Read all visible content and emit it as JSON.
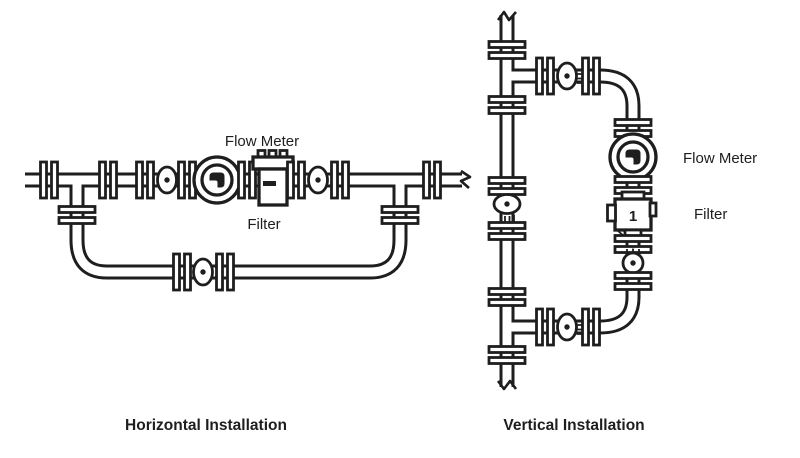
{
  "canvas": {
    "background_color": "#ffffff",
    "line_color": "#1e1e1e"
  },
  "horizontal_installation": {
    "caption": "Horizontal Installation",
    "flow_meter_label": "Flow Meter",
    "filter_label": "Filter"
  },
  "vertical_installation": {
    "caption": "Vertical Installation",
    "flow_meter_label": "Flow Meter",
    "filter_label": "Filter",
    "filter_badge": "1"
  },
  "icons": {
    "flow_meter": "circular-dial-gauge",
    "filter": "strainer-box",
    "valve": "ellipse-globe-valve-with-dot",
    "flange": "double-bar-bolted-flange",
    "pipe_break": "zigzag-break-line"
  }
}
